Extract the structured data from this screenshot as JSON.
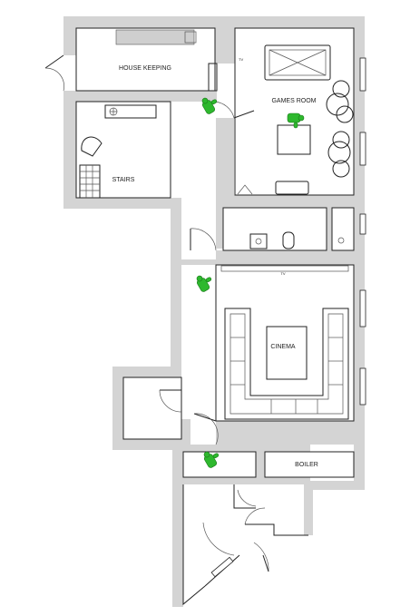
{
  "rooms": {
    "housekeeping": "HOUSE KEEPING",
    "games_room": "GAMES ROOM",
    "stairs": "STAIRS",
    "cinema": "CINEMA",
    "boiler": "BOILER",
    "tv": "TV",
    "tv_small": "TV"
  },
  "colors": {
    "wall": "#d4d4d4",
    "line": "#222222",
    "figure": "#2eb82e"
  },
  "icons": [
    "person-icon"
  ]
}
